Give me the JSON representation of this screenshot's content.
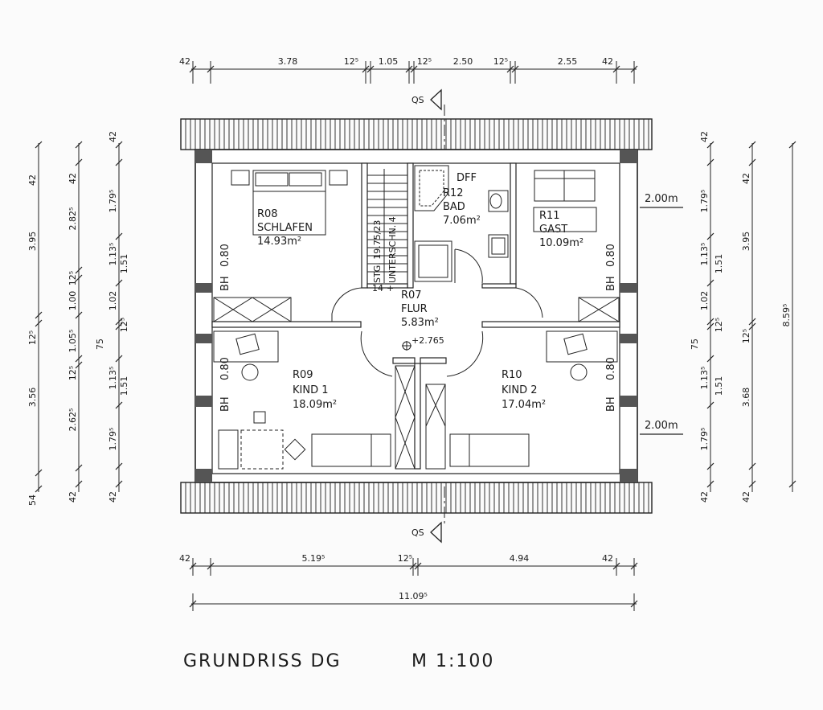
{
  "title": "GRUNDRISS  DG",
  "scale": "M  1:100",
  "section_label": "QS",
  "top_dimensions": [
    "42",
    "3.78",
    "12⁵",
    "1.05",
    "12⁵",
    "2.50",
    "12⁵",
    "2.55",
    "42"
  ],
  "bottom_dimensions": [
    "42",
    "5.19⁵",
    "12⁵",
    "4.94",
    "42"
  ],
  "bottom_total": "11.09⁵",
  "left_dims_outer": [
    "42",
    "3.95",
    "12⁵",
    "3.56",
    "54"
  ],
  "left_dims_mid": [
    "42",
    "2.82⁵",
    "12⁵",
    "1.00",
    "1.05⁵",
    "12⁵",
    "2.62⁵",
    "42"
  ],
  "left_dims_inner": [
    "42",
    "1.79⁵",
    "1.13⁵",
    "1.51",
    "1.02",
    "12⁵",
    "75",
    "1.13⁵",
    "1.51",
    "1.79⁵",
    "42"
  ],
  "right_dims_inner": [
    "42",
    "1.79⁵",
    "1.13⁵",
    "1.51",
    "1.02",
    "12⁵",
    "75",
    "1.13⁵",
    "1.51",
    "1.79⁵",
    "42"
  ],
  "right_dims_mid": [
    "42",
    "3.95",
    "12⁵",
    "3.68",
    "42"
  ],
  "right_dims_outer": [
    "8.59⁵"
  ],
  "height_markers": [
    "2.00m",
    "2.00m"
  ],
  "rooms": [
    {
      "id": "R08",
      "name": "SCHLAFEN",
      "area": "14.93m²"
    },
    {
      "id": "R12",
      "name": "BAD",
      "area": "7.06m²"
    },
    {
      "id": "R11",
      "name": "GAST",
      "area": "10.09m²"
    },
    {
      "id": "R07",
      "name": "FLUR",
      "area": "5.83m²"
    },
    {
      "id": "R09",
      "name": "KIND  1",
      "area": "18.09m²"
    },
    {
      "id": "R10",
      "name": "KIND  2",
      "area": "17.04m²"
    }
  ],
  "stair_label": "STG. 19.75/23",
  "stair_sub": "UNTERSCHN. 4",
  "stair_count": "14",
  "level_marker": "+2.765",
  "window_label": "DFF",
  "parapet_label": "BH",
  "parapet_height": "0.80"
}
